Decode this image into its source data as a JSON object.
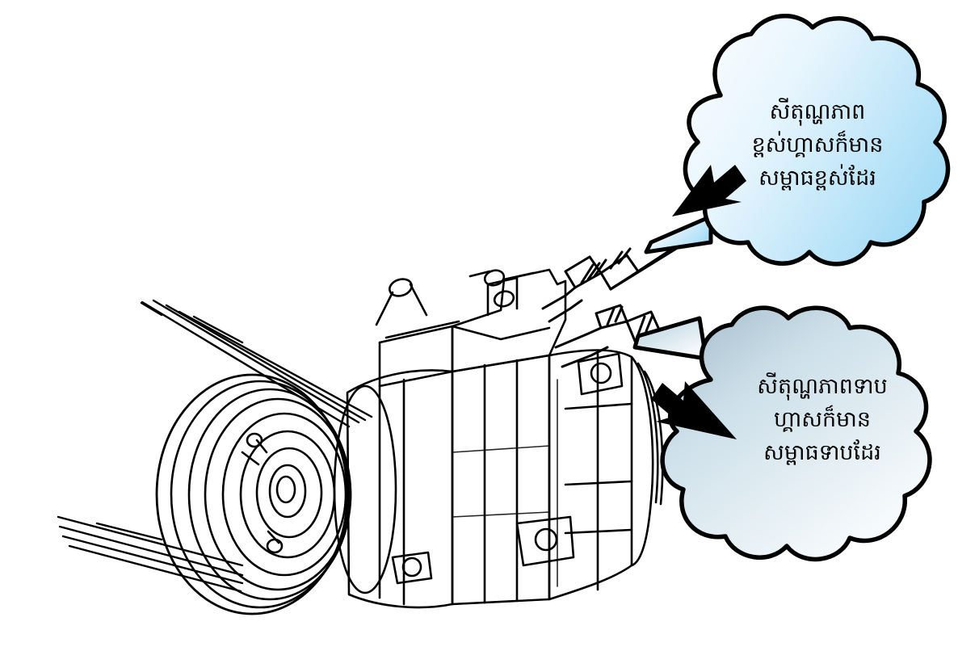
{
  "diagram": {
    "title": "A/C compressor refrigerant line temperature and pressure diagram",
    "subject": "automotive-air-conditioning-compressor",
    "background_color": "#ffffff",
    "line_color": "#000000"
  },
  "illustration": {
    "name": "ac-compressor",
    "parts": [
      {
        "name": "drive-belt",
        "label": ""
      },
      {
        "name": "clutch-pulley",
        "label": ""
      },
      {
        "name": "compressor-body",
        "label": ""
      },
      {
        "name": "mounting-lug",
        "label": ""
      },
      {
        "name": "discharge-hose-fitting",
        "label": ""
      },
      {
        "name": "suction-hose-fitting",
        "label": ""
      }
    ]
  },
  "callouts": [
    {
      "id": "high-side",
      "arrow": "arrow-up-right",
      "target": "discharge-hose-fitting",
      "fill_start": "#fdfeff",
      "fill_end": "#a5dcf6",
      "outline": "#000000",
      "lines": [
        "សីតុណ្ហភាព",
        "ខ្ពស់ហ្គាសក៏មាន",
        "សម្ពាធខ្ពស់ដែរ"
      ]
    },
    {
      "id": "low-side",
      "arrow": "arrow-up-left",
      "target": "suction-hose-fitting",
      "fill_start": "#9fb8c6",
      "fill_end": "#fbfdfe",
      "outline": "#000000",
      "lines": [
        "សីតុណ្ហភាពទាប",
        "ហ្គាសក៏មាន",
        "សម្ពាធទាបដែរ"
      ]
    }
  ]
}
